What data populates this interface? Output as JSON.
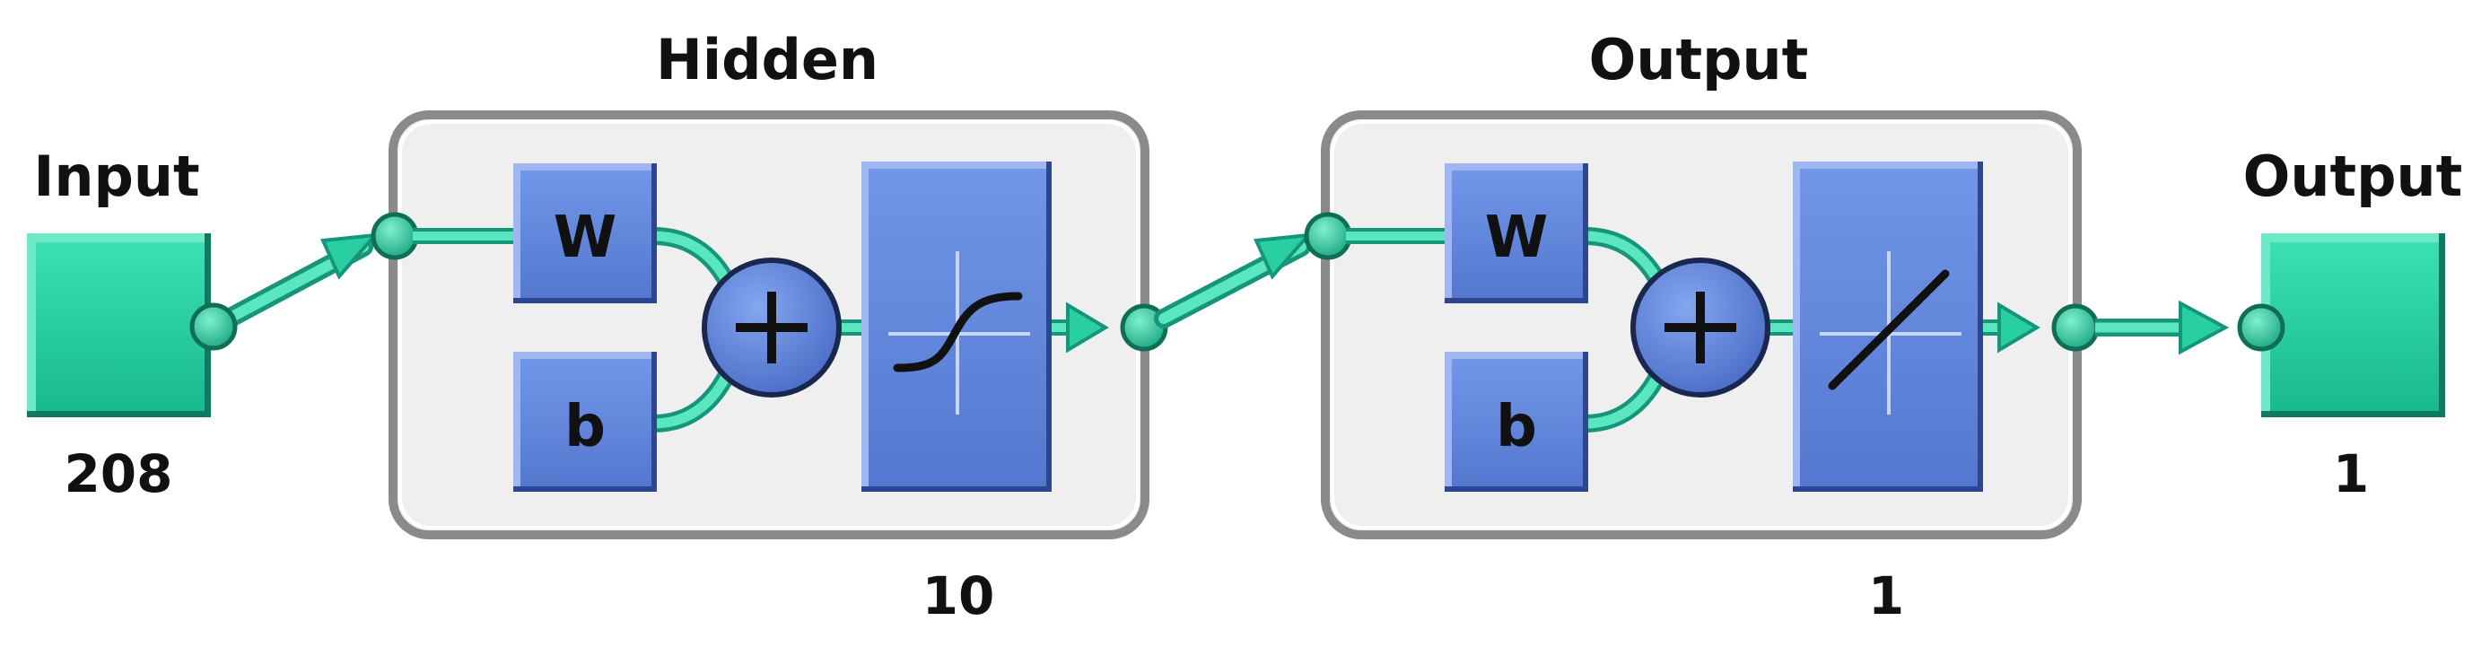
{
  "input": {
    "title": "Input",
    "size": "208"
  },
  "hidden": {
    "title": "Hidden",
    "weight_label": "W",
    "bias_label": "b",
    "transfer": "tansig-icon",
    "size": "10"
  },
  "output_layer": {
    "title": "Output",
    "weight_label": "W",
    "bias_label": "b",
    "transfer": "purelin-icon",
    "size": "1"
  },
  "output": {
    "title": "Output",
    "size": "1"
  },
  "colors": {
    "teal": "#29cfa3",
    "teal_dark": "#16957a",
    "blue": "#6689dd",
    "blue_dark": "#3b5bb0",
    "panel": "#efefef",
    "panel_border": "#8a8a8a"
  }
}
